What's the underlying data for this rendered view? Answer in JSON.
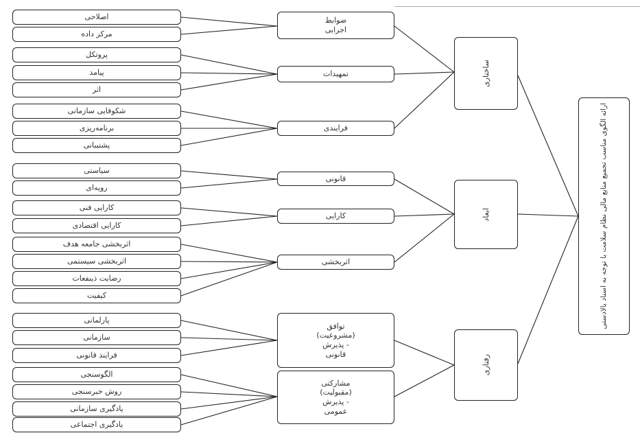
{
  "root": {
    "label": "ارائه الگوی مناسب تجمیع منابع مالی نظام سلامت با توجه به اسناد بالادستی"
  },
  "level1": [
    {
      "id": "l1a",
      "label": "ساختاری"
    },
    {
      "id": "l1b",
      "label": "ابعاد"
    },
    {
      "id": "l1c",
      "label": "رفتاری"
    }
  ],
  "level2": [
    {
      "id": "m1",
      "label": "ضوابط\nاجرایی"
    },
    {
      "id": "m2",
      "label": "تمهیدات"
    },
    {
      "id": "m3",
      "label": "فرایندی"
    },
    {
      "id": "m4",
      "label": "قانونی"
    },
    {
      "id": "m5",
      "label": "کارایی"
    },
    {
      "id": "m6",
      "label": "اثربخشی"
    },
    {
      "id": "m7",
      "label": "توافق\n(مشروعیت)\n- پذیرش\nقانونی"
    },
    {
      "id": "m8",
      "label": "مشارکتی\n(مقبولیت)\n- پذیرش\nعمومی"
    }
  ],
  "leaves": [
    {
      "label": "اصلاحی"
    },
    {
      "label": "مرکز داده"
    },
    {
      "label": "پروتکل"
    },
    {
      "label": "پیامد"
    },
    {
      "label": "اثر"
    },
    {
      "label": "شکوفایی سازمانی"
    },
    {
      "label": "برنامه‌ریزی"
    },
    {
      "label": "پشتیبانی"
    },
    {
      "label": "سیاستی"
    },
    {
      "label": "رویه‌ای"
    },
    {
      "label": "کارایی فنی"
    },
    {
      "label": "کارایی اقتصادی"
    },
    {
      "label": "اثربخشی جامعه هدف"
    },
    {
      "label": "اثربخشی سیستمی"
    },
    {
      "label": "رضایت ذینفعات"
    },
    {
      "label": "کیفیت"
    },
    {
      "label": "پارلمانی"
    },
    {
      "label": "سازمانی"
    },
    {
      "label": "فرایند قانونی"
    },
    {
      "label": "الگوسنجی"
    },
    {
      "label": "روش خبرسنجی"
    },
    {
      "label": "یادگیری سازمانی"
    },
    {
      "label": "یادگیری اجتماعی"
    }
  ]
}
